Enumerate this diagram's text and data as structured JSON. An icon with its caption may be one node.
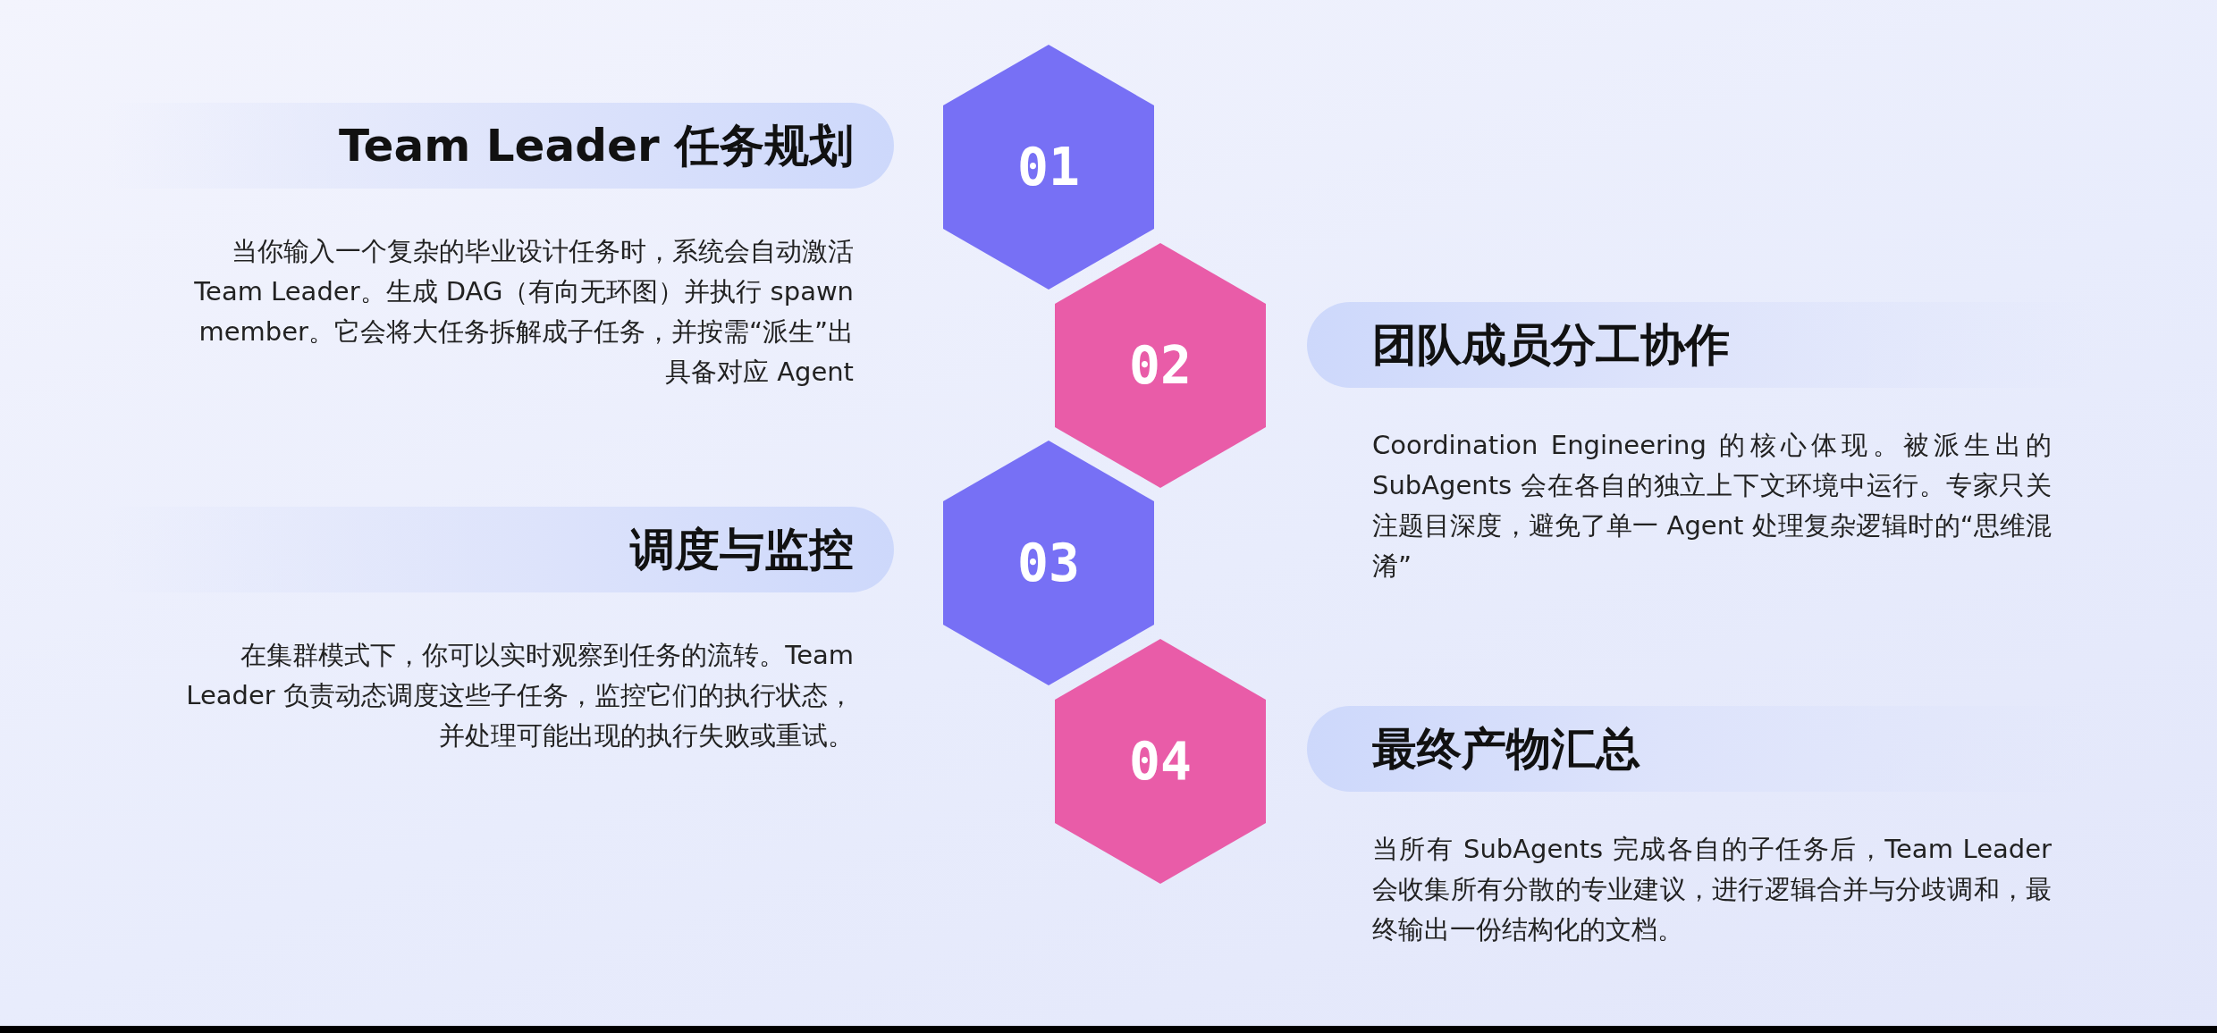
{
  "diagram": {
    "nodes": [
      {
        "text": [
          "Team Leader 任务规划"
        ],
        "beside": [
          "当你输入一个复杂的毕业设计任务时，系统会自动激活 Team Leader。生成 DAG（有向无环图）并执行 spawn member。它会将大任务拆解成子任务，并按需“派生”出具备对应 Agent"
        ]
      },
      {
        "text": [
          "01"
        ]
      },
      {
        "text": [
          "02"
        ]
      },
      {
        "text": [
          "团队成员分工协作"
        ],
        "beside": [
          "Coordination Engineering 的核心体现。被派生出的 SubAgents 会在各自的独立上下文环境中运行。专家只关注题目深度，避免了单一 Agent 处理复杂逻辑时的“思维混淆”"
        ]
      },
      {
        "text": [
          "调度与监控"
        ],
        "beside": [
          "在集群模式下，你可以实时观察到任务的流转。Team Leader 负责动态调度这些子任务，监控它们的执行状态，并处理可能出现的执行失败或重试。"
        ]
      },
      {
        "text": [
          "03"
        ]
      },
      {
        "text": [
          "04"
        ]
      },
      {
        "text": [
          "最终产物汇总"
        ],
        "beside": [
          "当所有 SubAgents 完成各自的子任务后，Team Leader 会收集所有分散的专业建议，进行逻辑合并与分歧调和，最终输出一份结构化的文档。"
        ]
      }
    ]
  }
}
